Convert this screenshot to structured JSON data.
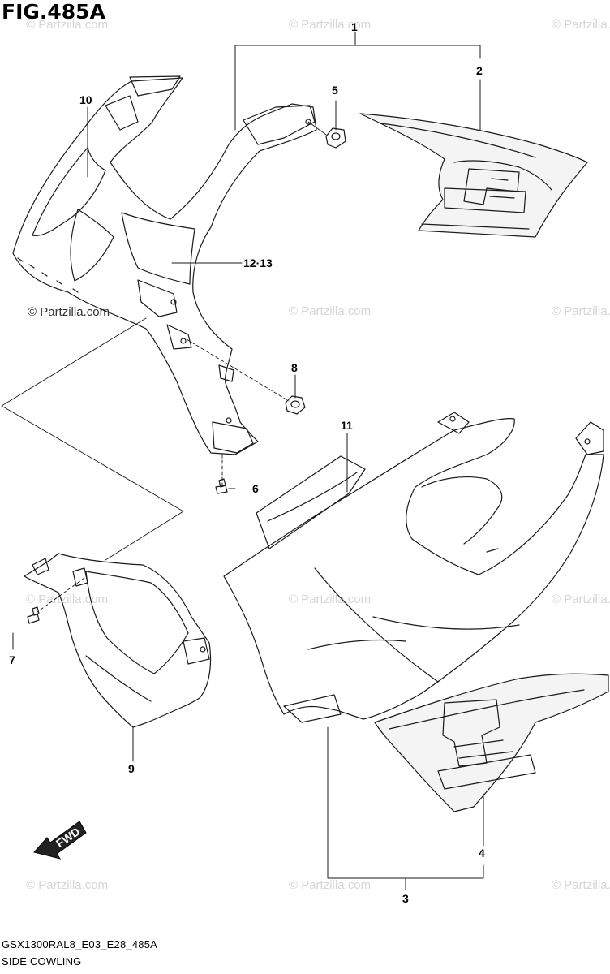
{
  "figure": {
    "title": "FIG.485A",
    "code": "GSX1300RAL8_E03_E28_485A",
    "name": "SIDE COWLING"
  },
  "watermark": {
    "text": "© Partzilla.com",
    "prominent_text": "© Partzilla.com"
  },
  "callouts": {
    "c1": "1",
    "c2": "2",
    "c3": "3",
    "c4": "4",
    "c5": "5",
    "c6": "6",
    "c7": "7",
    "c8": "8",
    "c9": "9",
    "c10": "10",
    "c11": "11",
    "c12_13": "12·13"
  },
  "fwd_arrow": {
    "label": "FWD"
  },
  "colors": {
    "line": "#1a1a1a",
    "watermark": "#d6d6d6",
    "decal_fill": "#f4f4f4"
  }
}
